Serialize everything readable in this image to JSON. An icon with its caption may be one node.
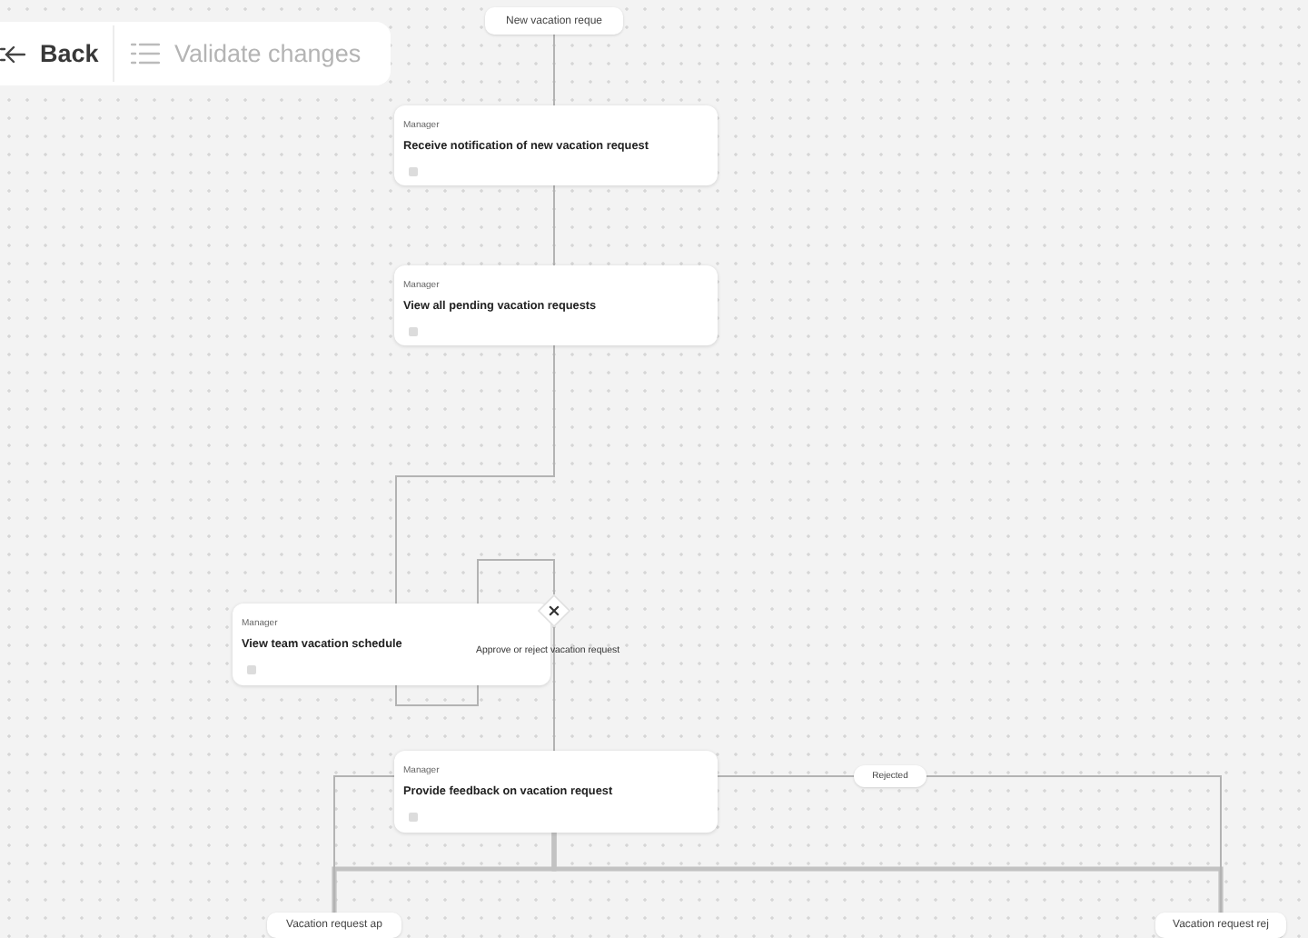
{
  "diagram": {
    "nodes": [
      {
        "text": [
          "New vacation reque"
        ]
      },
      {
        "text": [
          "Manager",
          "Receive notification of new vacation request"
        ]
      },
      {
        "text": [
          "Manager",
          "View all pending vacation requests"
        ]
      },
      {
        "text": [
          "Manager",
          "View team vacation schedule"
        ]
      },
      {
        "text": [],
        "shape": "diamond"
      },
      {
        "text": [
          "Manager",
          "Provide feedback on vacation request"
        ]
      },
      {
        "text": [
          "Vacation request ap"
        ]
      },
      {
        "text": [
          "Vacation request rej"
        ]
      }
    ],
    "edges": [
      {
        "from": 0,
        "to": 1,
        "arrow": "none"
      },
      {
        "from": 1,
        "to": 2,
        "arrow": "none"
      },
      {
        "from": 2,
        "to": 3,
        "arrow": "none"
      },
      {
        "from": 3,
        "to": 4,
        "arrow": "none"
      },
      {
        "from": 4,
        "to": 5,
        "arrow": "none"
      },
      {
        "from": 5,
        "to": 6,
        "arrow": "none"
      },
      {
        "from": 5,
        "to": 7,
        "arrow": "none",
        "label": "Rejected"
      },
      {
        "from": 5,
        "to": 6,
        "arrow": "none",
        "style": "thick"
      },
      {
        "from": 5,
        "to": 7,
        "arrow": "none",
        "style": "thick"
      }
    ],
    "labels": [
      "Back",
      "Validate changes",
      "Approve or reject vacation request"
    ]
  }
}
